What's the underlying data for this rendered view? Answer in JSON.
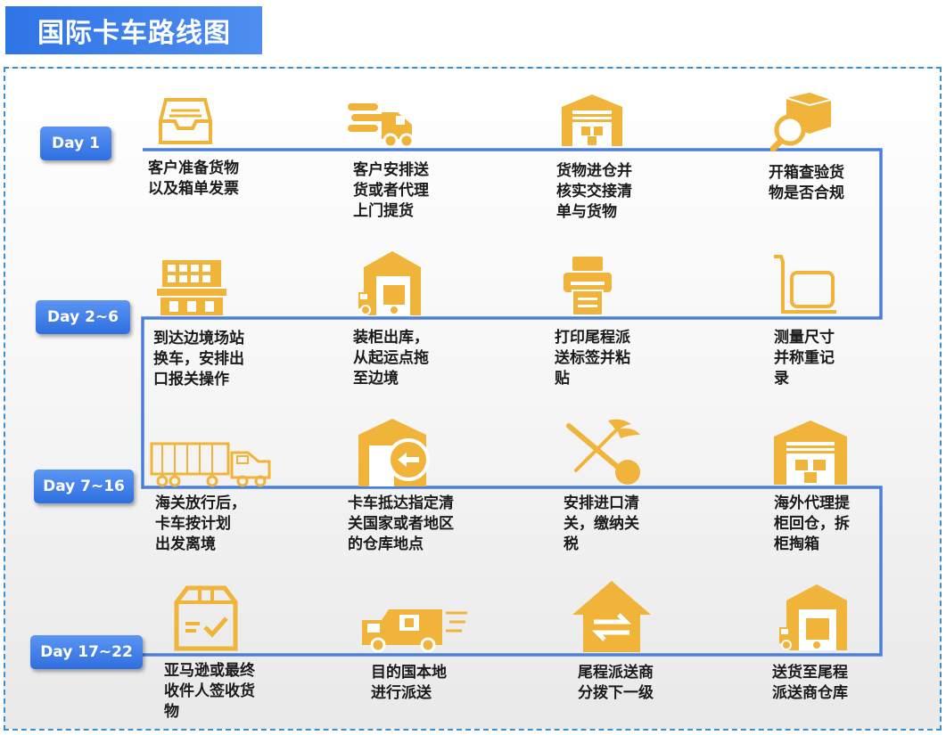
{
  "title": "国际卡车路线图",
  "days": [
    "Day 1",
    "Day 2~6",
    "Day 7~16",
    "Day 17~22"
  ],
  "steps": [
    "客户准备货物\n以及箱单发票",
    "客户安排送\n货或者代理\n上门提货",
    "货物进仓并\n核实交接清\n单与货物",
    "开箱查验货\n物是否合规",
    "到达边境场站\n换车，安排出\n口报关操作",
    "装柜出库，\n从起运点拖\n至边境",
    "打印尾程派\n送标签并粘\n贴",
    "测量尺寸\n并称重记\n录",
    "海关放行后，\n卡车按计划\n出发离境",
    "卡车抵达指定清\n关国家或者地区\n的仓库地点",
    "安排进口清\n关，缴纳关\n税",
    "海外代理提\n柜回仓，拆\n柜掏箱",
    "亚马逊或最终\n收件人签收货\n物",
    "目的国本地\n进行派送",
    "尾程派送商\n分拨下一级",
    "送货至尾程\n派送商仓库"
  ],
  "icons": [
    "inbox-tray-icon",
    "delivery-truck-icon",
    "warehouse-icon",
    "box-search-icon",
    "border-station-icon",
    "warehouse-truck-icon",
    "printer-icon",
    "scale-dolly-icon",
    "semi-truck-icon",
    "warehouse-arrow-icon",
    "customs-caduceus-icon",
    "warehouse-icon",
    "box-check-icon",
    "delivery-van-icon",
    "house-exchange-icon",
    "warehouse-truck-icon"
  ],
  "colors": {
    "accent": "#f0b43a",
    "line": "#4a7fdc",
    "day_button": "#2f6fe0",
    "title_bar": "#3a7fe8"
  }
}
